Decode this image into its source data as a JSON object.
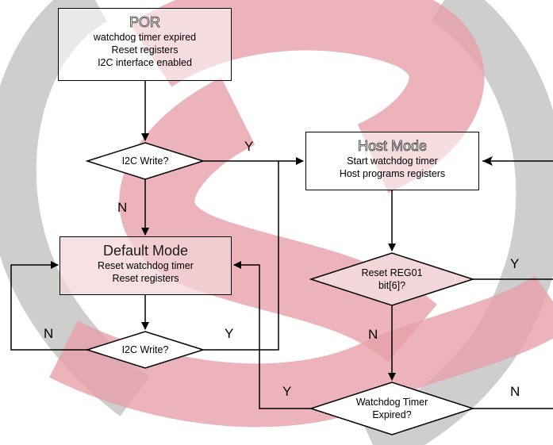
{
  "colors": {
    "watermark_red": "#e8a3ad",
    "watermark_gray": "#b5b5b5",
    "node_fill_pink": "#f3d6da",
    "line": "#000000"
  },
  "nodes": {
    "por": {
      "title": "POR",
      "lines": [
        "watchdog timer expired",
        "Reset registers",
        "I2C interface enabled"
      ]
    },
    "i2c_write_1": {
      "label": "I2C Write?"
    },
    "host_mode": {
      "title": "Host Mode",
      "lines": [
        "Start watchdog timer",
        "Host programs registers"
      ]
    },
    "default_mode": {
      "title": "Default Mode",
      "lines": [
        "Reset watchdog timer",
        "Reset registers"
      ]
    },
    "reset_reg01": {
      "lines": [
        "Reset REG01",
        "bit[6]?"
      ]
    },
    "i2c_write_2": {
      "label": "I2C Write?"
    },
    "watchdog_expired": {
      "lines": [
        "Watchdog Timer",
        "Expired?"
      ]
    }
  },
  "edge_labels": {
    "i2c1_yes": "Y",
    "i2c1_no": "N",
    "reset_yes": "Y",
    "reset_no": "N",
    "i2c2_no": "N",
    "i2c2_yes": "Y",
    "wd_yes": "Y",
    "wd_no": "N"
  }
}
